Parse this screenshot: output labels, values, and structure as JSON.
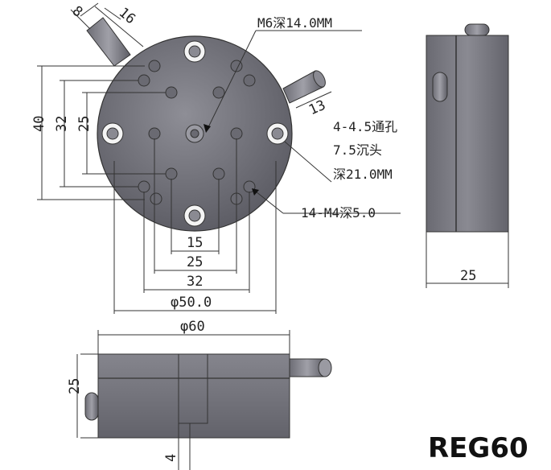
{
  "model_label": "REG60",
  "callouts": {
    "center_thread": "M6深14.0MM",
    "through_hole_1": "4-4.5通孔",
    "through_hole_2": "7.5沉头",
    "through_hole_3": "深21.0MM",
    "threaded_holes": "14-M4深5.0"
  },
  "top_view_dims": {
    "knob_width": "8",
    "knob_length": "16",
    "side_knob": "13",
    "vertical_40": "40",
    "vertical_32": "32",
    "vertical_25": "25",
    "horizontal_15": "15",
    "horizontal_25": "25",
    "horizontal_32": "32",
    "diameter_50": "φ50.0"
  },
  "side_view_dims": {
    "width": "25"
  },
  "front_view_dims": {
    "diameter_60": "φ60",
    "height": "25",
    "slot": "4"
  },
  "colors": {
    "body": "#7a7a82",
    "body_dark": "#5a5a62",
    "line": "#333333"
  }
}
